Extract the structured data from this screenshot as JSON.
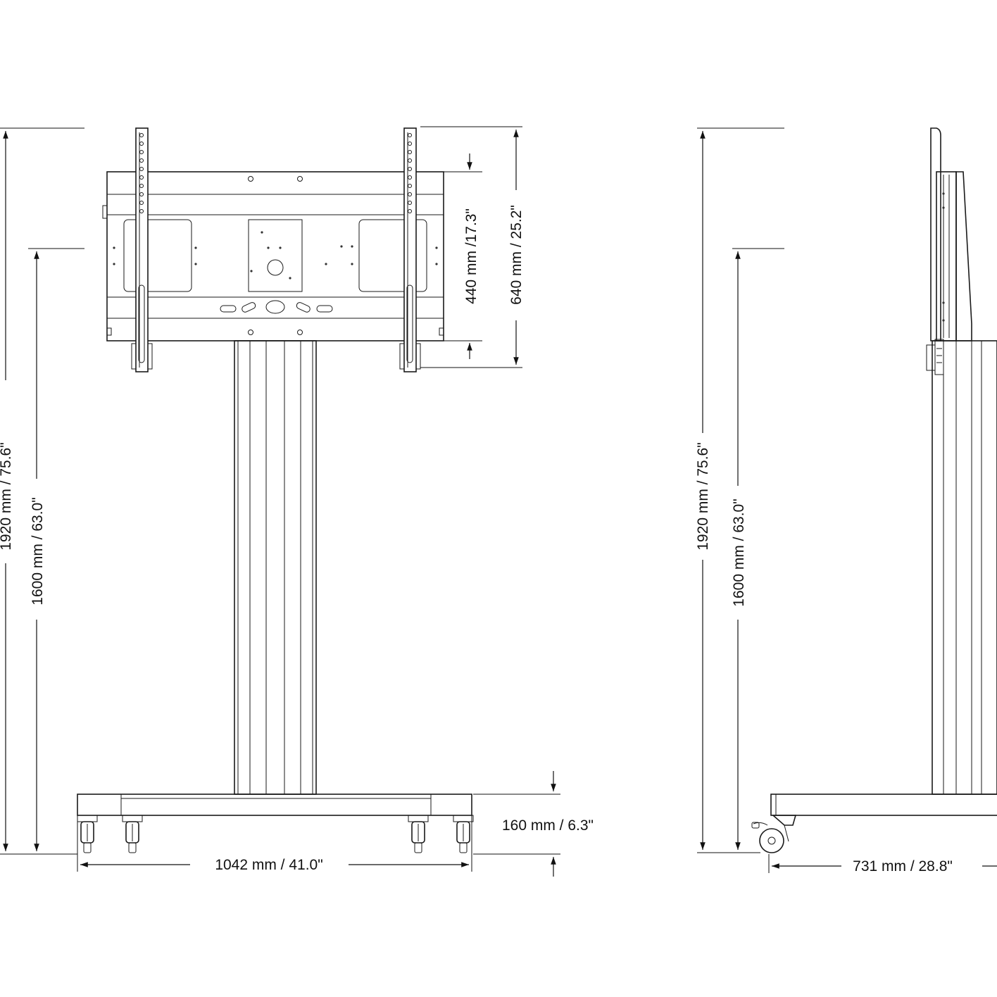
{
  "labels": {
    "front_height_total": "1920 mm / 75.6\"",
    "front_height_bracket": "1600 mm / 63.0\"",
    "bracket_440": "440 mm /17.3\"",
    "bracket_640": "640 mm / 25.2\"",
    "base_height": "160 mm / 6.3\"",
    "base_width": "1042 mm / 41.0\"",
    "side_height_total": "1920 mm / 75.6\"",
    "side_height_bracket": "1600 mm / 63.0\"",
    "side_depth": "731 mm / 28.8\""
  }
}
